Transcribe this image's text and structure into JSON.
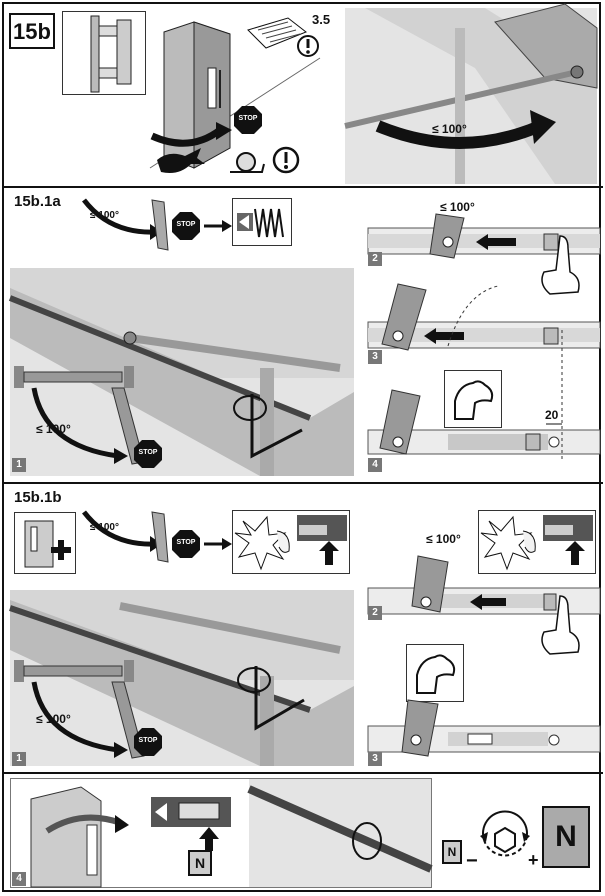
{
  "section_main": {
    "badge": "15b",
    "manual_ref": "3.5"
  },
  "section_a": {
    "title": "15b.1a"
  },
  "section_b": {
    "title": "15b.1b"
  },
  "angle_label": "≤ 100°",
  "stop_label": "STOP",
  "steps": {
    "one": "1",
    "two": "2",
    "three": "3",
    "four": "4"
  },
  "distance_label": "20",
  "weight_label": "N",
  "minus_label": "−",
  "plus_label": "+",
  "icons": [
    "door-icon",
    "stop-sign-icon",
    "warning-icon",
    "hare-icon",
    "snail-icon",
    "spring-icon",
    "hex-key-icon",
    "bicep-icon",
    "finger-icon",
    "weight-icon",
    "manual-icon"
  ]
}
